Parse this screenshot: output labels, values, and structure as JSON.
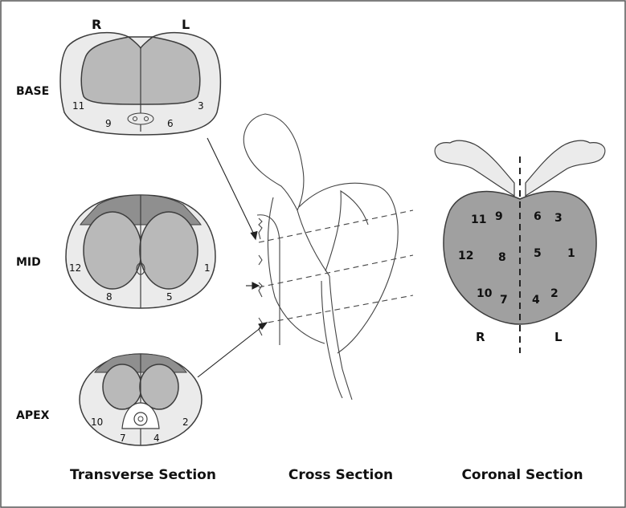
{
  "transverse": {
    "side_left": "R",
    "side_right": "L",
    "base": {
      "label": "BASE",
      "zones": [
        "11",
        "9",
        "6",
        "3"
      ]
    },
    "mid": {
      "label": "MID",
      "zones": [
        "12",
        "8",
        "5",
        "1"
      ]
    },
    "apex": {
      "label": "APEX",
      "zones": [
        "10",
        "7",
        "4",
        "2"
      ]
    }
  },
  "coronal": {
    "zones": [
      "11",
      "9",
      "6",
      "3",
      "12",
      "8",
      "5",
      "1",
      "10",
      "7",
      "4",
      "2"
    ],
    "side_left": "R",
    "side_right": "L"
  },
  "captions": {
    "transverse": "Transverse Section",
    "cross": "Cross Section",
    "coronal": "Coronal Section"
  },
  "colors": {
    "light_gray": "#ebebeb",
    "mid_gray": "#b9b9b9",
    "dark_gray": "#8f8f8f",
    "outline": "#3c3c3c"
  }
}
